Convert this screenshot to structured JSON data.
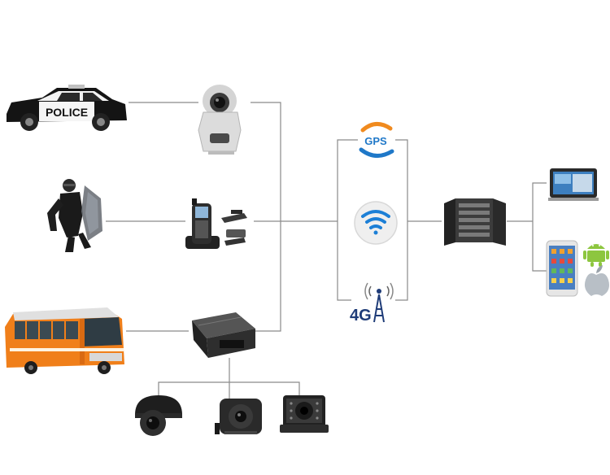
{
  "vehicles": {
    "police_car_text": "POLICE"
  },
  "devices": {
    "gps_label": "GPS",
    "network_label": "4G"
  },
  "colors": {
    "line": "#8a8a8a",
    "gps_blue": "#1f78c8",
    "gps_orange": "#f08a1e",
    "wifi_blue": "#1c7fd6",
    "bus_orange": "#f07f1a",
    "android_green": "#8dc63f"
  },
  "icons": [
    "police-car-icon",
    "riot-police-icon",
    "bus-icon",
    "ptz-camera-icon",
    "handheld-terminal-icon",
    "mobile-dvr-icon",
    "dome-camera-icon",
    "side-camera-icon",
    "rear-camera-icon",
    "gps-icon",
    "wifi-icon",
    "4g-tower-icon",
    "server-icon",
    "tablet-icon",
    "smartphone-icon",
    "android-icon",
    "apple-icon"
  ]
}
